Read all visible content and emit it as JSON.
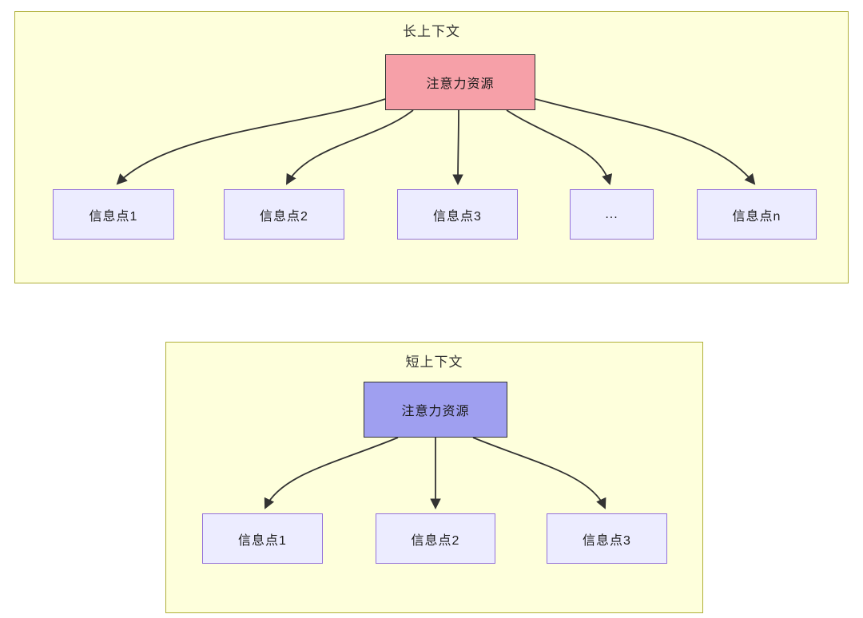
{
  "diagram": {
    "long_context": {
      "title": "长上下文",
      "attention_label": "注意力资源",
      "nodes": [
        {
          "label": "信息点1"
        },
        {
          "label": "信息点2"
        },
        {
          "label": "信息点3"
        },
        {
          "label": "..."
        },
        {
          "label": "信息点n"
        }
      ]
    },
    "short_context": {
      "title": "短上下文",
      "attention_label": "注意力资源",
      "nodes": [
        {
          "label": "信息点1"
        },
        {
          "label": "信息点2"
        },
        {
          "label": "信息点3"
        }
      ]
    },
    "colors": {
      "panel_fill": "#feffdc",
      "panel_border": "#b0b03a",
      "attention_long_fill": "#f6a0a8",
      "attention_short_fill": "#9f9ff0",
      "node_fill": "#ececff",
      "node_border": "#9370db",
      "arrow": "#333333",
      "text": "#333333"
    }
  }
}
